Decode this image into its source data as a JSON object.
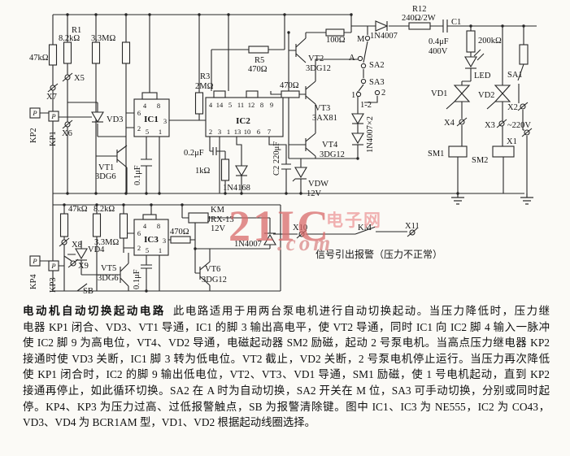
{
  "watermark": {
    "brand": "21IC",
    "suffix": ".com",
    "site": "电子网"
  },
  "labels": {
    "r47": "47kΩ",
    "r1": "R1",
    "r1v": "8.2kΩ",
    "r33": "3.3MΩ",
    "x5": "X5",
    "x7": "X7",
    "x6": "X6",
    "kp2": "KP2",
    "kp1": "KP1",
    "p": "P",
    "vd3": "VD3",
    "vt1": "VT1",
    "vt1t": "3DG6",
    "ic1": "IC1",
    "c01a": "0.1μF",
    "r3": "R3",
    "r3v": "2MΩ",
    "r5": "R5",
    "r5v": "470Ω",
    "r470b": "470Ω",
    "ic2": "IC2",
    "c02": "0.2μF",
    "r1k": "1kΩ",
    "d4168": "1N4168",
    "c2": "C2 220μF",
    "r100": "100Ω",
    "vt2": "VT2",
    "vt2t": "3DG12",
    "m": "M",
    "a": "A",
    "sa2": "SA2",
    "sa3": "SA3",
    "n1": "1",
    "n2": "2",
    "n12": "1-2",
    "vt3": "VT3",
    "vt3t": "3AX81",
    "vt4": "VT4",
    "vt4t": "3DG12",
    "d4007x2": "1N4007×2",
    "vdw": "VDW",
    "vdwv": "12V",
    "r12": "R12",
    "r12v": "240Ω/2W",
    "d4007a": "1N4007",
    "c1": "C1",
    "c1v": "0.4μF",
    "c1u": "400V",
    "r200k": "200kΩ",
    "led": "LED",
    "sa1": "SA1",
    "vd1": "VD1",
    "vd2": "VD2",
    "x2": "X2",
    "x3": "X3",
    "x4": "X4",
    "x1": "X1",
    "v220": "~220V",
    "sm1": "SM1",
    "sm2": "SM2",
    "r47b": "47kΩ",
    "r82b": "8.2kΩ",
    "r33b": "3.3MΩ",
    "x8": "X8",
    "x9": "X9",
    "kp4": "KP4",
    "kp3": "KP3",
    "vd4": "VD4",
    "vt5": "VT5",
    "vt5t": "3DG6",
    "sb": "SB",
    "ic3": "IC3",
    "c01b": "0.1μF",
    "r470c": "470Ω",
    "km": "KM",
    "kmt": "JRX-13",
    "kmv": "12V",
    "d4007b": "1N4007",
    "vt6": "VT6",
    "vt6t": "3DG12",
    "x10": "X10",
    "kmc": "KM",
    "x11": "X11",
    "note": "信号引出报警（压力不正常）"
  },
  "ic1_pins": {
    "p4": "4",
    "p8": "8",
    "p6": "6",
    "p2": "2",
    "p3": "3",
    "p5": "5",
    "p1": "1"
  },
  "ic2_pins": {
    "top": [
      "4",
      "14",
      "5",
      "11",
      "12",
      "8",
      "9"
    ],
    "bottom": [
      "2",
      "3",
      "1",
      "13",
      "10",
      "6",
      "7"
    ]
  },
  "ic3_pins": {
    "p4": "4",
    "p8": "8",
    "p6": "6",
    "p2": "2",
    "p3": "3",
    "p5": "5",
    "p1": "1"
  },
  "description": {
    "title": "电动机自动切换起动电路",
    "lines": [
      "此电路适用于用两台泵电机进行自动切换起动。当压力降低时，压力继",
      "电器 KP1 闭合、VD3、VT1 导通，IC1 的脚 3 输出高电平，使 VT2 导通，同时 IC1 向 IC2 脚 4 输入一脉冲",
      "使 IC2 脚 9 为高电位，VT4、VD2 导通，电磁起动器 SM2 励磁，起动 2 号泵电机。当高点压力继电器 KP2",
      "接通时使 VD3 关断，IC1 脚 3 转为低电位。VT2 截止，VD2 关断，2 号泵电机停止运行。当压力再次降低",
      "使 KP1 闭合时，IC2 的脚 9 输出低电位，VT2、VT3、VD1 导通，SM1 励磁，使 1 号电机起动，直到 KP2",
      "接通再停止，如此循环切换。SA2 在 A 时为自动切换，SA2 开关在 M 位，SA3 可手动切换，分别或同时起",
      "停。KP4、KP3 为压力过高、过低报警触点，SB 为报警清除键。图中 IC1、IC3 为 NE555，IC2 为 CO43，",
      "VD3、VD4 为 BCR1AM 型，VD1、VD2 根据起动线圈选择。"
    ]
  }
}
